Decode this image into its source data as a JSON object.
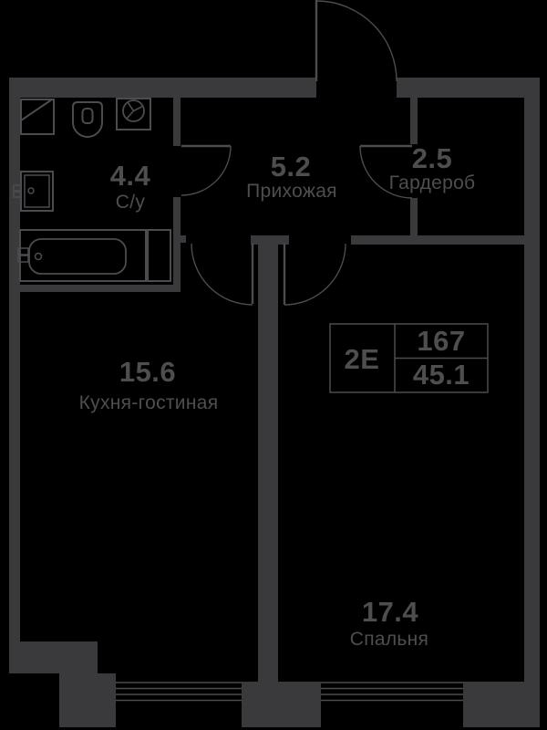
{
  "colors": {
    "background": "#000000",
    "wall": "#3a3a3c",
    "line": "#4c4c4f",
    "text": "#4e4e4e"
  },
  "rooms": [
    {
      "area": "4.4",
      "name": "С/у"
    },
    {
      "area": "5.2",
      "name": "Прихожая"
    },
    {
      "area": "2.5",
      "name": "Гардероб"
    },
    {
      "area": "15.6",
      "name": "Кухня-гостиная"
    },
    {
      "area": "17.4",
      "name": "Спальня"
    }
  ],
  "badge": {
    "type": "2Е",
    "number": "167",
    "total_area": "45.1"
  },
  "fixtures": {
    "items": [
      "washing-machine",
      "toilet",
      "water-heater",
      "washbasin",
      "bathtub"
    ]
  }
}
